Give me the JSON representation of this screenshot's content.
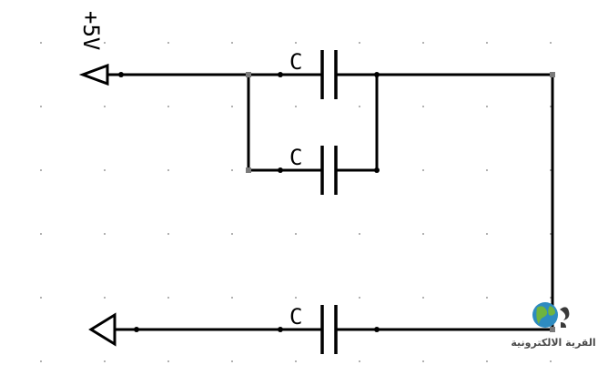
{
  "diagram": {
    "supply_label": "+5V",
    "capacitors": [
      {
        "label": "C"
      },
      {
        "label": "C"
      },
      {
        "label": "C"
      }
    ]
  },
  "watermark": {
    "text": "القرية الالكترونية"
  },
  "colors": {
    "wire": "#000000",
    "grid": "#9a9a9a",
    "junction": "#7a7a7a",
    "background": "#ffffff"
  }
}
